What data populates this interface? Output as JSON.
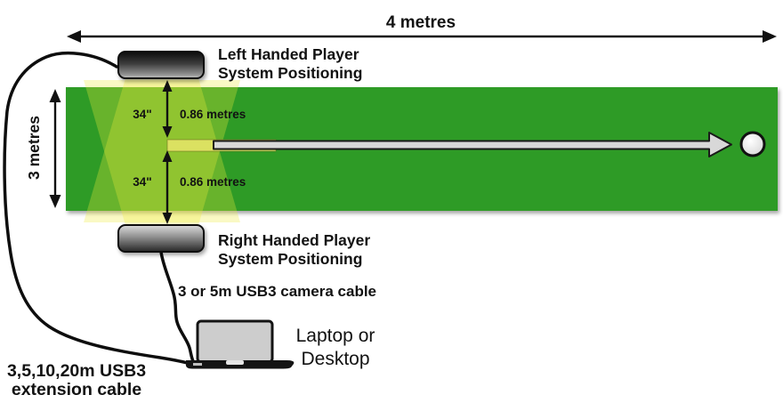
{
  "labels": {
    "width": "4 metres",
    "height": "3 metres",
    "left_player_line1": "Left Handed Player",
    "left_player_line2": "System Positioning",
    "right_player_line1": "Right Handed Player",
    "right_player_line2": "System Positioning",
    "top_inches": "34\"",
    "top_metres": "0.86 metres",
    "bottom_inches": "34\"",
    "bottom_metres": "0.86 metres",
    "camera_cable": "3 or 5m USB3 camera cable",
    "extension_cable_line1": "3,5,10,20m USB3",
    "extension_cable_line2": "extension cable",
    "computer_line1": "Laptop or",
    "computer_line2": "Desktop"
  },
  "colors": {
    "mat_green": "#2F9B28",
    "fov_beam": "rgba(240,235,60,0.30)",
    "putt_line_yellow": "rgba(238,232,110,0.80)",
    "arrow_grey": "#D8D8D8",
    "ball_grey": "#ECECEC",
    "text": "#121212"
  }
}
